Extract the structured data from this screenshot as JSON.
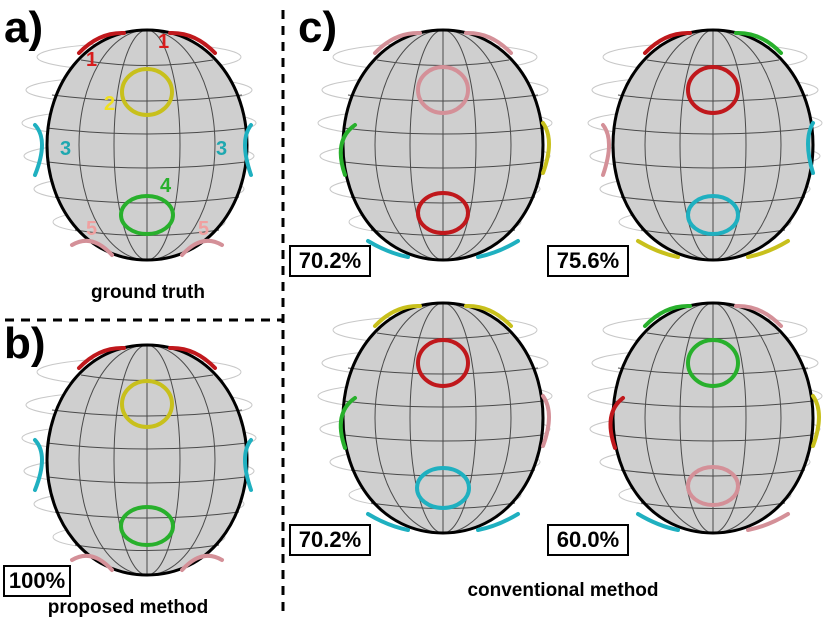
{
  "panels": {
    "a": {
      "letter": "a)",
      "caption": "ground truth",
      "labels": {
        "l1_left": "1",
        "l1_right": "1",
        "l2": "2",
        "l3_left": "3",
        "l3_right": "3",
        "l4": "4",
        "l5_left": "5",
        "l5_right": "5"
      }
    },
    "b": {
      "letter": "b)",
      "caption": "proposed method",
      "percent": "100%"
    },
    "c": {
      "letter": "c)",
      "caption": "conventional method",
      "percents": [
        "70.2%",
        "75.6%",
        "70.2%",
        "60.0%"
      ]
    }
  },
  "colors": {
    "group1": "#c0181c",
    "group2": "#c8c01c",
    "group3": "#1fb0c0",
    "group4": "#28b02c",
    "group5": "#d49098",
    "label1": "#d81c1c",
    "label2": "#f0e020",
    "label3": "#1fa8b0",
    "label4": "#28b02c",
    "label5": "#f0a0a0",
    "sphere_fill": "#cfcfcf",
    "grid": "#555555"
  }
}
